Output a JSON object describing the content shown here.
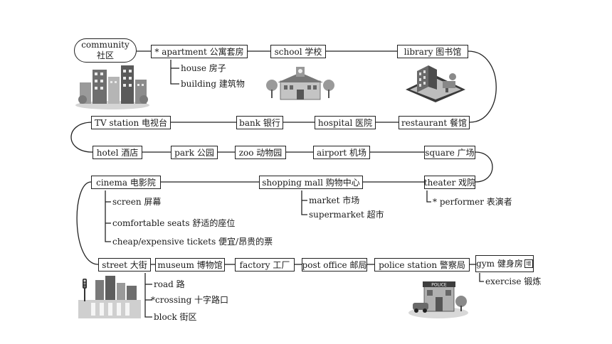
{
  "start": {
    "line1": "community",
    "line2": "社区"
  },
  "nodes": {
    "apartment": "* apartment 公寓套房",
    "school": "school 学校",
    "library": "library 图书馆",
    "restaurant": "restaurant 餐馆",
    "hospital": "hospital 医院",
    "bank": "bank 银行",
    "tv_station": "TV station 电视台",
    "hotel": "hotel 酒店",
    "park": "park 公园",
    "zoo": "zoo 动物园",
    "airport": "airport 机场",
    "square": "square 广场",
    "theater": "theater 戏院",
    "shopping_mall": "shopping mall 购物中心",
    "cinema": "cinema 电影院",
    "street": "street 大街",
    "museum": "museum 博物馆",
    "factory": "factory 工厂",
    "post_office": "post office 邮局",
    "police_station": "police station 警察局",
    "gym": "gym 健身房",
    "gym_icon": "增"
  },
  "branches": {
    "apartment": [
      "house 房子",
      "building 建筑物"
    ],
    "cinema": [
      "screen 屏幕",
      "comfortable seats 舒适的座位",
      "cheap/expensive tickets 便宜/昂贵的票"
    ],
    "shopping_mall": [
      "market 市场",
      "supermarket 超市"
    ],
    "theater": [
      "* performer 表演者"
    ],
    "street": [
      "road 路",
      "*crossing 十字路口",
      "block 街区"
    ],
    "gym": [
      "exercise 锻炼"
    ]
  },
  "illustrations": {
    "apartment_art": "apartment-block-illustration",
    "school_art": "school-building-illustration",
    "library_art": "library-isometric-illustration",
    "street_art": "street-crossing-illustration",
    "police_art": "police-station-illustration",
    "police_sign": "POLICE"
  }
}
